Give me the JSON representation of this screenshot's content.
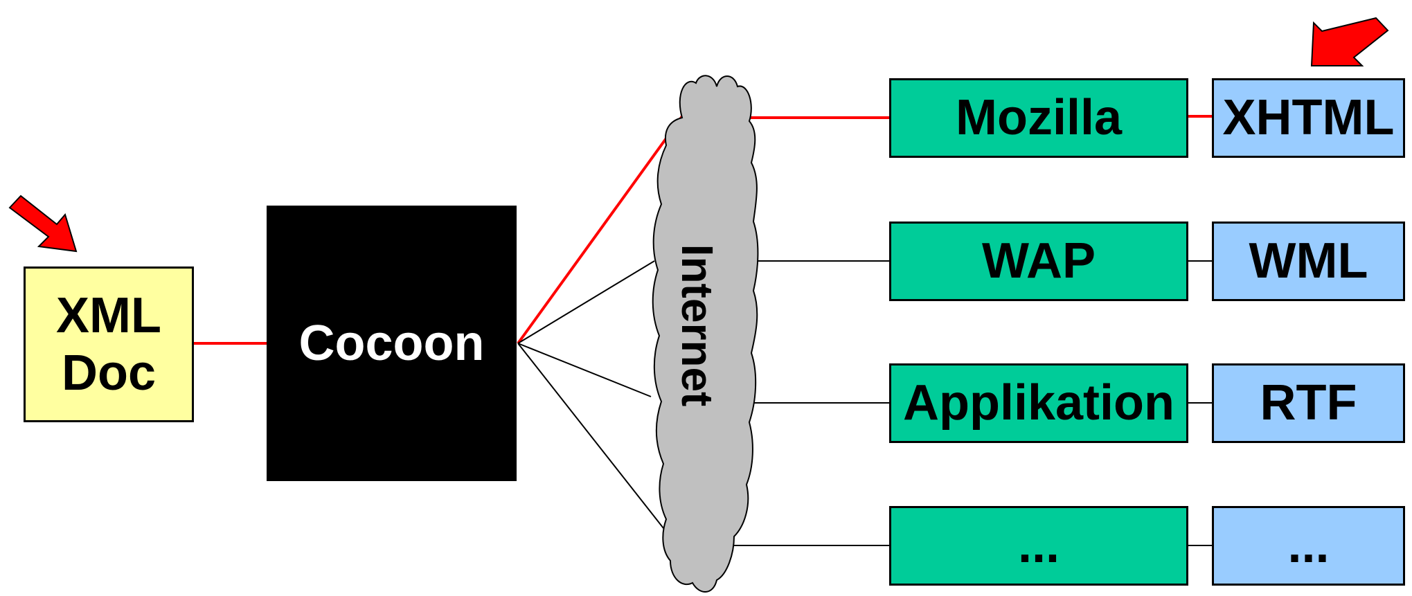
{
  "source": {
    "line1": "XML",
    "line2": "Doc"
  },
  "processor": {
    "label": "Cocoon"
  },
  "network": {
    "label": "Internet"
  },
  "clients": [
    {
      "label": "Mozilla"
    },
    {
      "label": "WAP"
    },
    {
      "label": "Applikation"
    },
    {
      "label": "..."
    }
  ],
  "formats": [
    {
      "label": "XHTML"
    },
    {
      "label": "WML"
    },
    {
      "label": "RTF"
    },
    {
      "label": "..."
    }
  ],
  "colors": {
    "source_fill": "#ffffa0",
    "processor_fill": "#000000",
    "network_fill": "#c0c0c0",
    "client_fill": "#00cc99",
    "format_fill": "#99ccff",
    "highlight_line": "#ff0000",
    "arrow": "#ff0000"
  },
  "highlighted_path": [
    "XML Doc",
    "Cocoon",
    "Internet",
    "Mozilla",
    "XHTML"
  ]
}
